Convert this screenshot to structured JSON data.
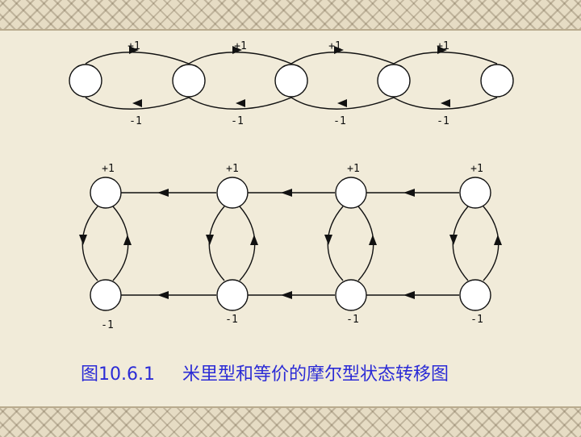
{
  "diagram": {
    "mealy": {
      "edge_labels_top": [
        "+1",
        "+1",
        "+1",
        "+1"
      ],
      "edge_labels_bottom": [
        "-1",
        "-1",
        "-1",
        "-1"
      ]
    },
    "moore": {
      "state_labels_top": [
        "+1",
        "+1",
        "+1",
        "+1"
      ],
      "state_labels_bottom": [
        "-1",
        "-1",
        "-1",
        "-1"
      ]
    }
  },
  "caption": {
    "figure_number": "图10.6.1",
    "title": "米里型和等价的摩尔型状态转移图",
    "color": "#2b2bd6"
  }
}
